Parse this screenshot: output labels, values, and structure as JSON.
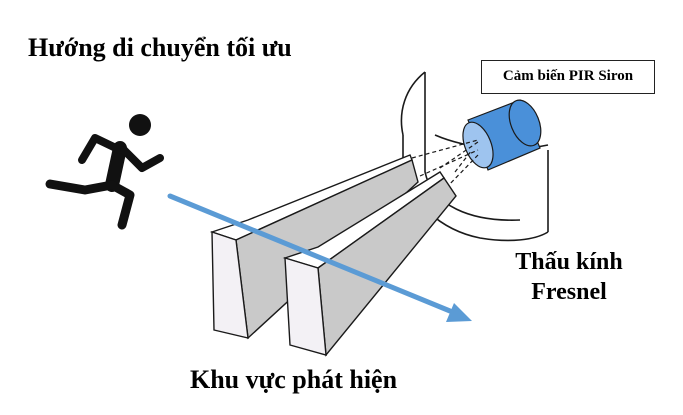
{
  "labels": {
    "title": "Hướng di chuyển tối ưu",
    "sensor": "Cảm biến PIR Siron",
    "lens_line1": "Thấu kính",
    "lens_line2": "Fresnel",
    "detection_zone": "Khu vực phát hiện"
  },
  "colors": {
    "arrow": "#5b9bd5",
    "sensor_body": "#4a90d9",
    "beam_face": "#f3f1f5",
    "beam_side": "#c9c9c9",
    "outline": "#1a1a1a",
    "figure": "#111111"
  },
  "icons": {
    "person": "running-person-icon",
    "direction": "arrow-icon",
    "sensor": "pir-sensor-icon"
  }
}
